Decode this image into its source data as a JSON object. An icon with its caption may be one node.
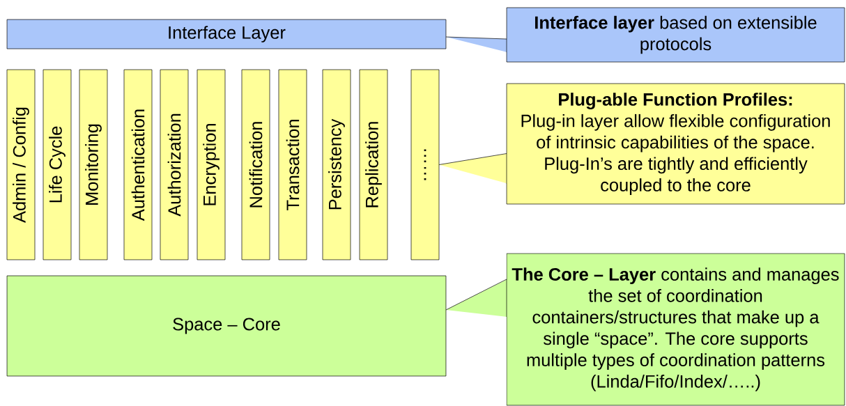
{
  "diagram": {
    "nodes": [
      {
        "text": [
          "Interface Layer"
        ]
      },
      {
        "text": [
          "Admin / Config"
        ]
      },
      {
        "text": [
          "Life Cycle"
        ]
      },
      {
        "text": [
          "Monitoring"
        ]
      },
      {
        "text": [
          "Authentication"
        ]
      },
      {
        "text": [
          "Authorization"
        ]
      },
      {
        "text": [
          "Encryption"
        ]
      },
      {
        "text": [
          "Notification"
        ]
      },
      {
        "text": [
          "Transaction"
        ]
      },
      {
        "text": [
          "Persistency"
        ]
      },
      {
        "text": [
          "Replication"
        ]
      },
      {
        "text": [
          "……"
        ]
      },
      {
        "text": [
          "Space – Core"
        ]
      },
      {
        "text": [
          "**Interface layer** based on extensible protocols"
        ]
      },
      {
        "text": [
          "Plug-able Function Profiles:",
          "Plug-in layer allow flexible configuration of intrinsic capabilities of the space. Plug-In’s are tightly and efficiently coupled to the core"
        ]
      },
      {
        "text": [
          "**The Core – Layer** contains and manages the set of coordination containers/structures that make up a single “space”. The core supports multiple types of coordination patterns (Linda/Fifo/Index/…..)"
        ]
      }
    ],
    "edges": [
      {
        "from": 13,
        "to": 0,
        "arrow": "none"
      },
      {
        "from": 14,
        "to": 11,
        "arrow": "none"
      },
      {
        "from": 15,
        "to": 12,
        "arrow": "none"
      }
    ]
  }
}
